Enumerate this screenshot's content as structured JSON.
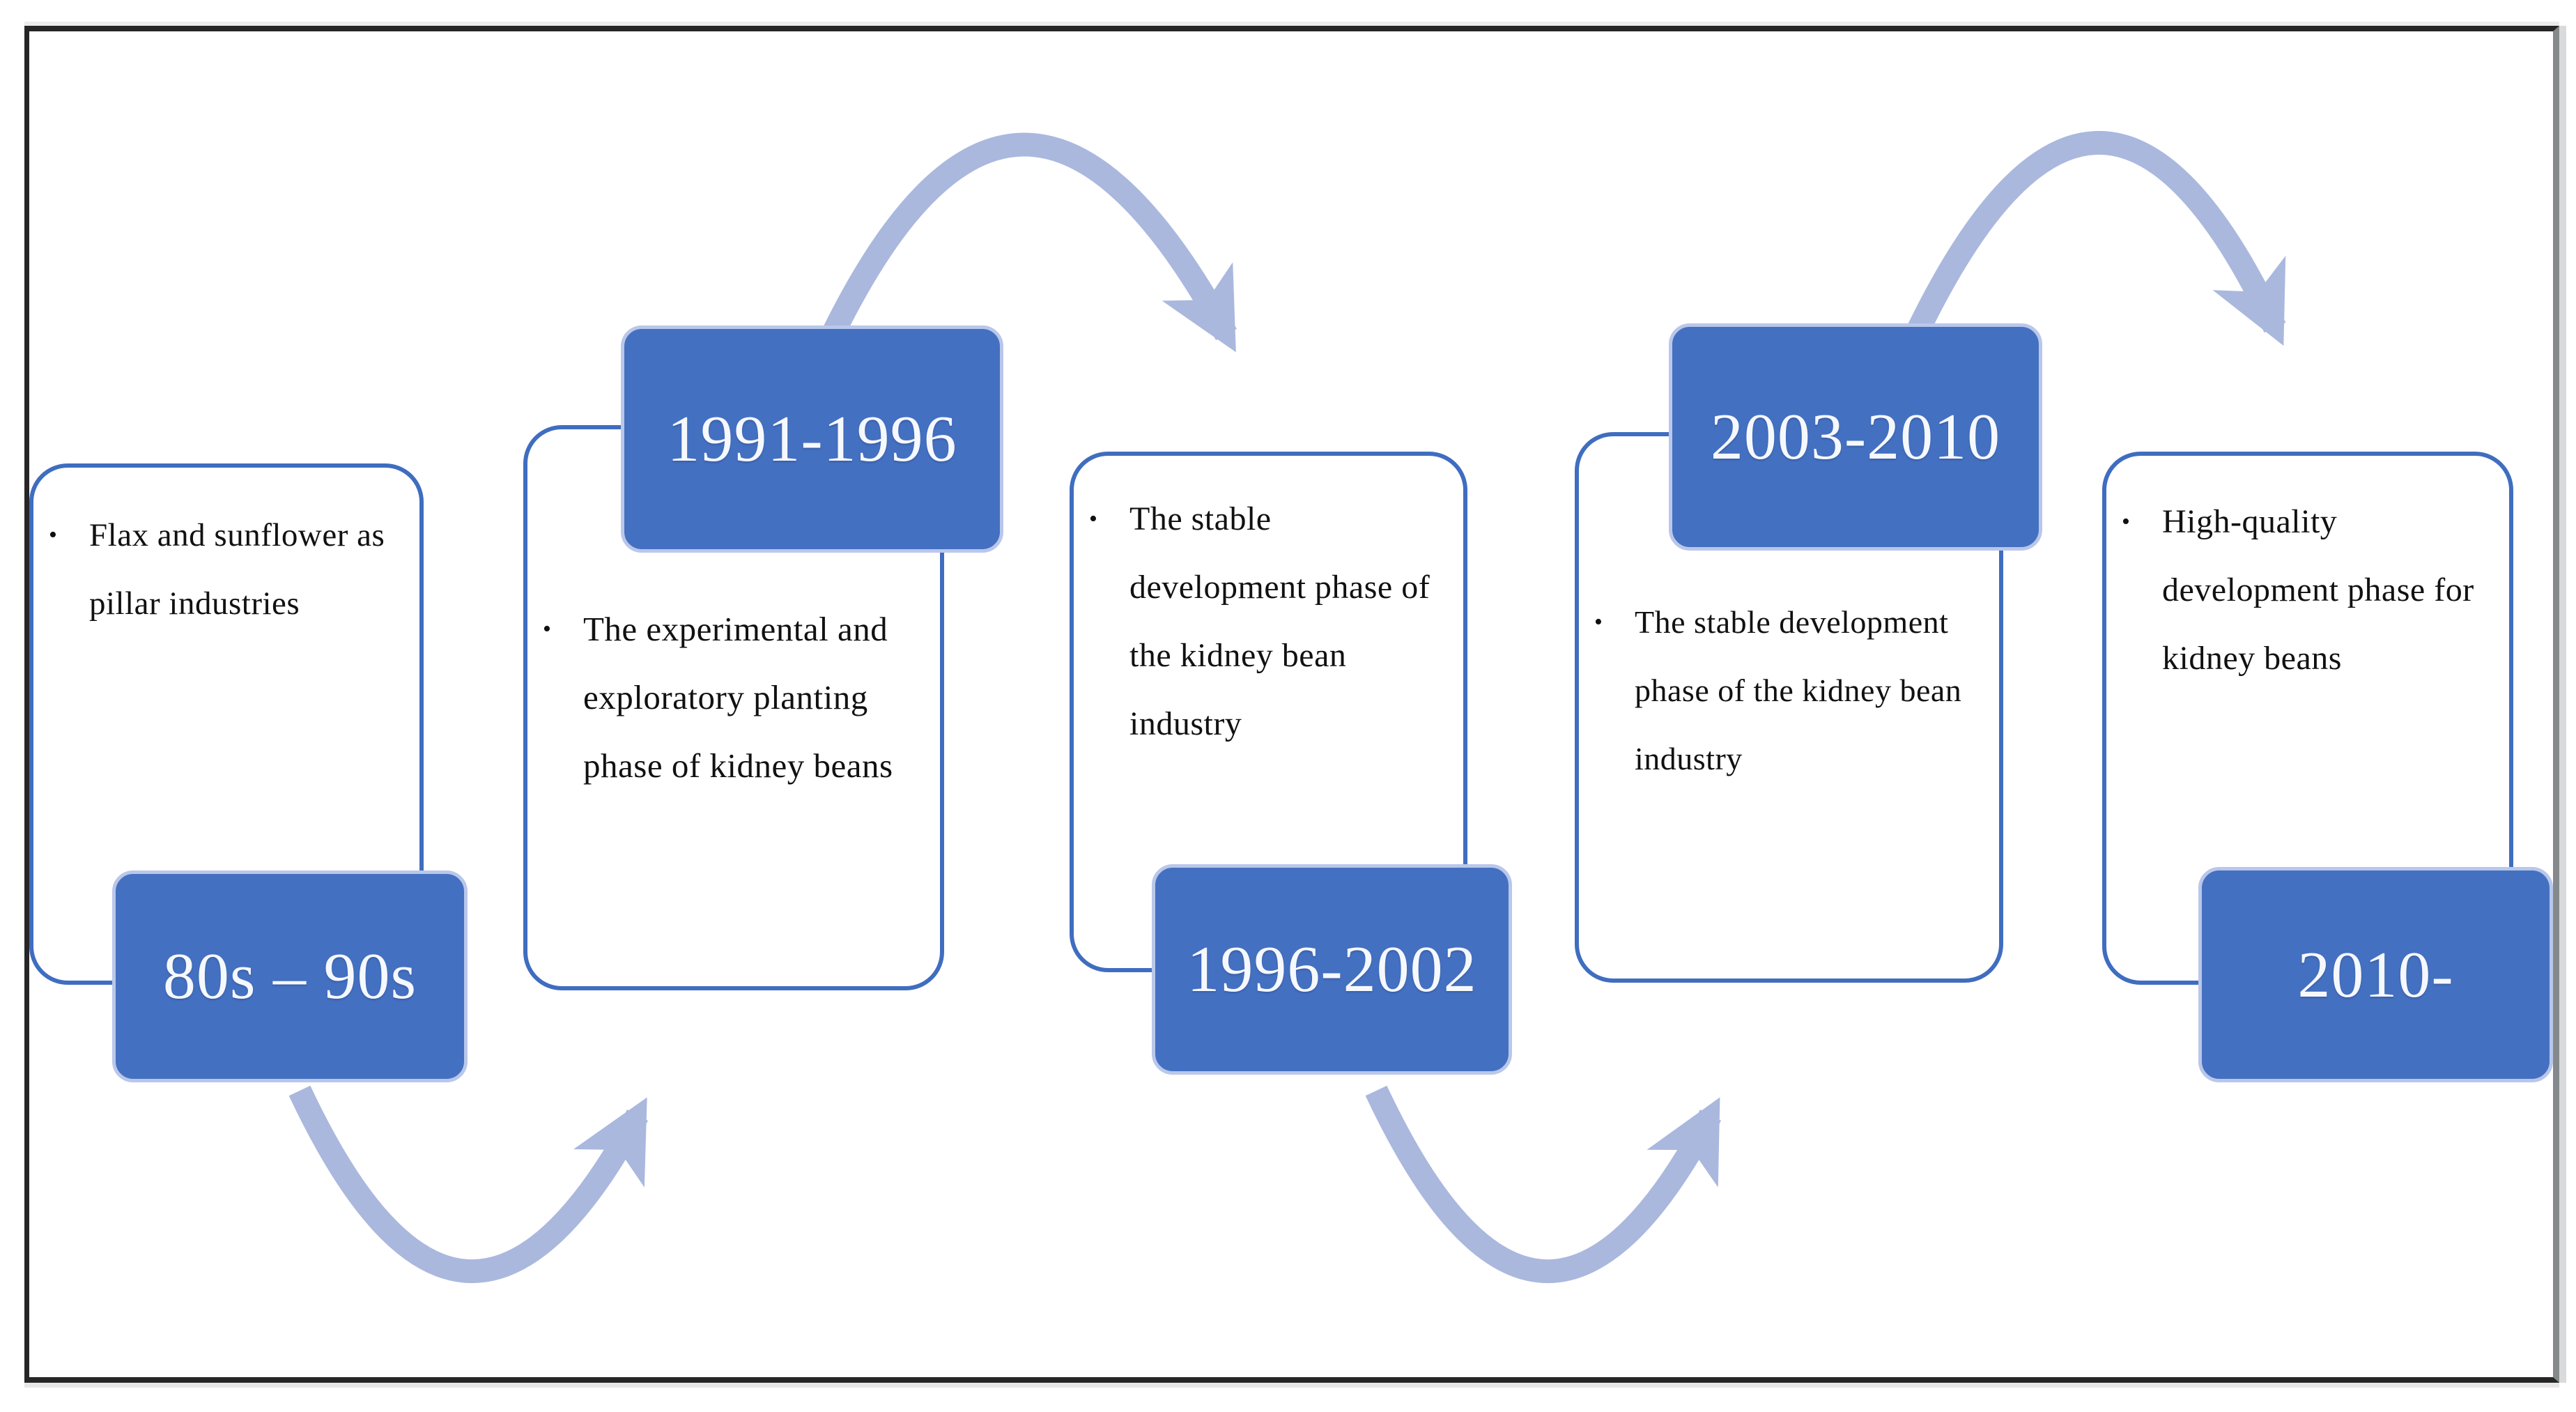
{
  "bullet": "•",
  "colors": {
    "stage_blue": "#4470c1",
    "stage_blue_outline": "#b9c7ea",
    "white_box_border": "#3f6dc0",
    "arrow": "#aab8de",
    "frame_border": "#262626",
    "frame_right_border": "#85898c",
    "body_text": "#111111",
    "label_text": "#f5f8fc"
  },
  "stages": [
    {
      "period": "80s – 90s",
      "description": "Flax and sunflower as\npillar industries"
    },
    {
      "period": "1991-1996",
      "description": "The experimental and\nexploratory planting\nphase of kidney beans"
    },
    {
      "period": "1996-2002",
      "description": "The stable\ndevelopment phase of\nthe kidney bean\nindustry"
    },
    {
      "period": "2003-2010",
      "description": "The stable development\nphase of the kidney bean\nindustry"
    },
    {
      "period": "2010-",
      "description": "High-quality\ndevelopment phase for\nkidney beans"
    }
  ]
}
